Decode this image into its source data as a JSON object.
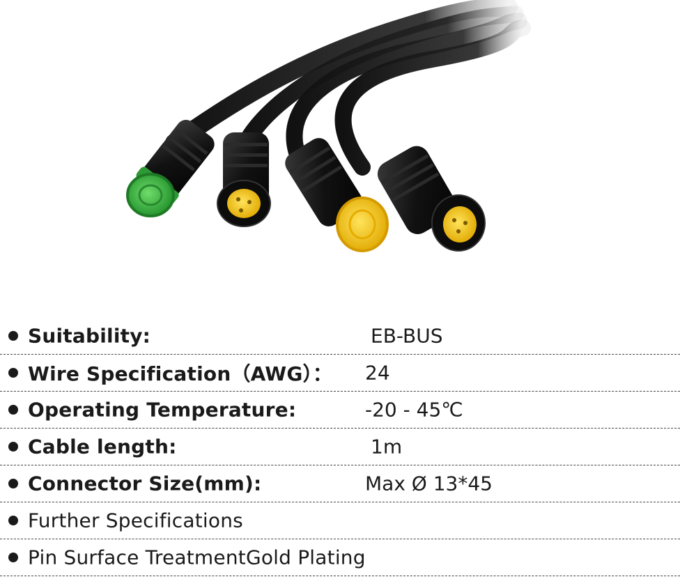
{
  "photo": {
    "subject": "ebike-connector-cables"
  },
  "specs": [
    {
      "label": "Suitability:",
      "value": "EB-BUS"
    },
    {
      "label": "Wire Specification（AWG）：",
      "value": "24"
    },
    {
      "label": "Operating Temperature:",
      "value": "-20 - 45℃"
    },
    {
      "label": "Cable length:",
      "value": "1m"
    },
    {
      "label": "Connector Size(mm):",
      "value": "Max Ø 13*45"
    },
    {
      "label": "Further Specifications"
    },
    {
      "label": "Pin Surface TreatmentGold Plating"
    }
  ],
  "colors": {
    "connector_green": "#3cb043",
    "connector_yellow": "#f5c400",
    "cable_black": "#121212",
    "bullet": "#1a1a1a"
  }
}
